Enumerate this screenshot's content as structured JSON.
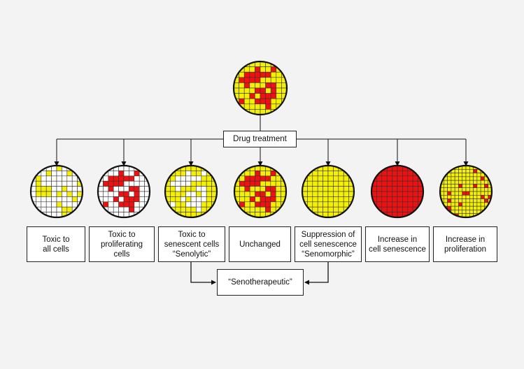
{
  "drug_treatment": "Drug treatment",
  "senotherapeutic": "“Senotherapeutic”",
  "colors": {
    "red": "#ee1111",
    "yellow": "#f5f000",
    "white": "#ffffff",
    "grid": "#333333"
  },
  "outcomes": [
    {
      "label": "Toxic to\nall cells",
      "dish": "toxic-all"
    },
    {
      "label": "Toxic to\nproliferating\ncells",
      "dish": "toxic-proliferating"
    },
    {
      "label": "Toxic to\nsenescent cells\n“Senolytic”",
      "dish": "senolytic"
    },
    {
      "label": "Unchanged",
      "dish": "unchanged"
    },
    {
      "label": "Suppression of\ncell senescence\n“Senomorphic”",
      "dish": "senomorphic"
    },
    {
      "label": "Increase in\ncell senescence",
      "dish": "increase-senescence"
    },
    {
      "label": "Increase in\nproliferation",
      "dish": "increase-proliferation"
    }
  ]
}
